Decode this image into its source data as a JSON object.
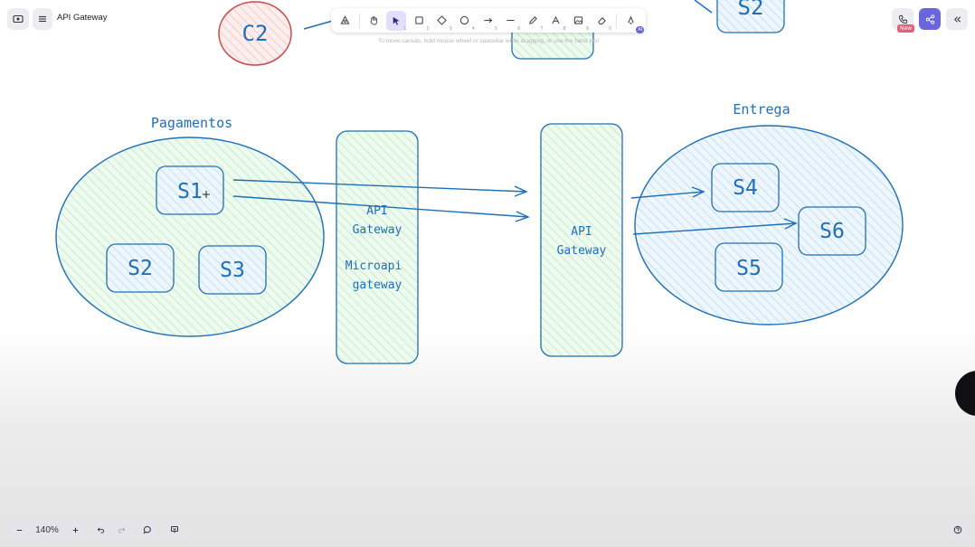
{
  "header": {
    "title": "API Gateway",
    "new_badge": "New"
  },
  "toolbar": {
    "tools": [
      {
        "name": "lock",
        "key": ""
      },
      {
        "name": "hand",
        "key": ""
      },
      {
        "name": "selection",
        "key": "1"
      },
      {
        "name": "rectangle",
        "key": "2"
      },
      {
        "name": "diamond",
        "key": "3"
      },
      {
        "name": "ellipse",
        "key": "4"
      },
      {
        "name": "arrow",
        "key": "5"
      },
      {
        "name": "line",
        "key": "6"
      },
      {
        "name": "draw",
        "key": "7"
      },
      {
        "name": "text",
        "key": "8"
      },
      {
        "name": "image",
        "key": "9"
      },
      {
        "name": "eraser",
        "key": "0"
      },
      {
        "name": "more-tools",
        "key": ""
      }
    ],
    "ai_badge": "AI",
    "hint": "To move canvas, hold mouse wheel or spacebar while dragging, or use the hand tool"
  },
  "footer": {
    "zoom": "140%"
  },
  "canvas": {
    "left_group_label": "Pagamentos",
    "right_group_label": "Entrega",
    "c2_label": "C2",
    "top_s2_label": "S2",
    "services": {
      "s1": "S1",
      "s2": "S2",
      "s3": "S3",
      "s4": "S4",
      "s5": "S5",
      "s6": "S6"
    },
    "left_gateway": {
      "line1": "API",
      "line2": "Gateway",
      "line3": "Microapi",
      "line4": "gateway"
    },
    "right_gateway": {
      "line1": "API",
      "line2": "Gateway"
    }
  },
  "colors": {
    "stroke": "#1f6fb8",
    "green_fill": "#c8f0cc",
    "blue_fill": "#cfe6f7",
    "red_fill": "#f7c9c9",
    "accent": "#6965db"
  }
}
